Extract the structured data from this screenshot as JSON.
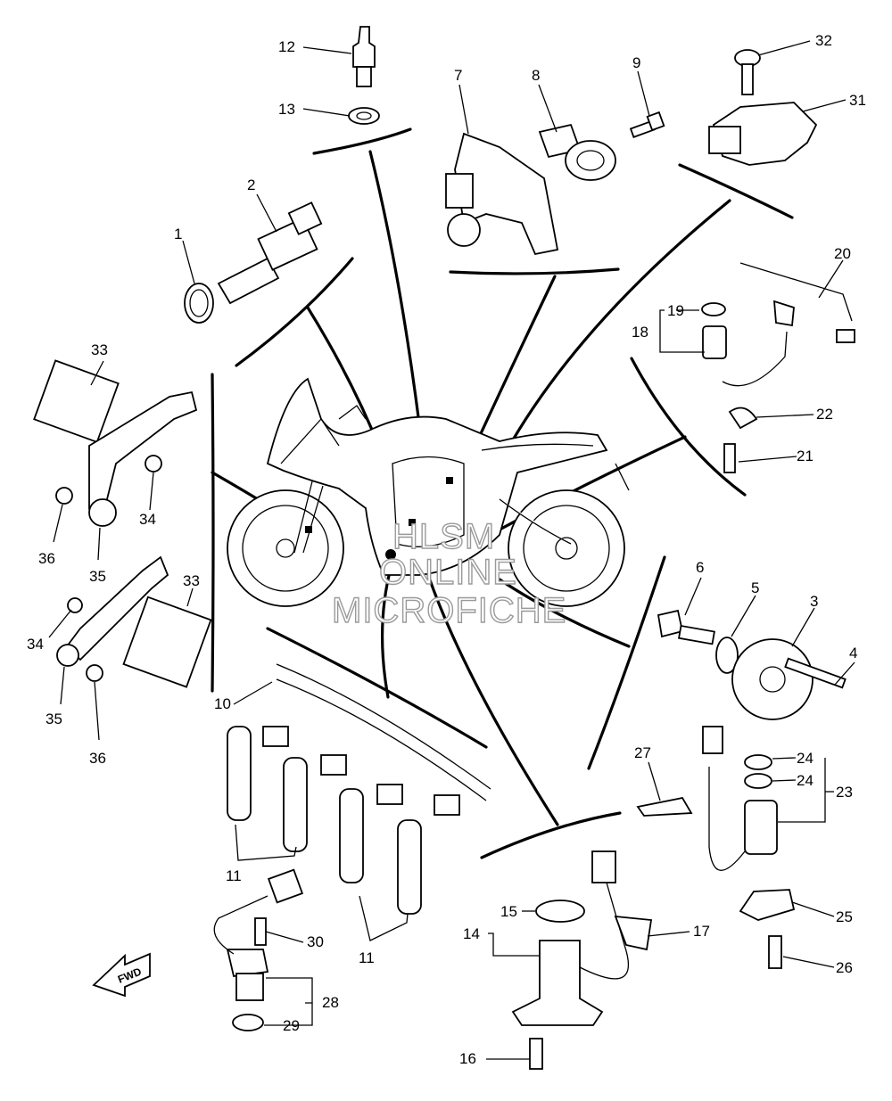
{
  "callouts": {
    "c1": "1",
    "c2": "2",
    "c3": "3",
    "c4": "4",
    "c5": "5",
    "c6": "6",
    "c7": "7",
    "c8": "8",
    "c9": "9",
    "c10": "10",
    "c11a": "11",
    "c11b": "11",
    "c12": "12",
    "c13": "13",
    "c14": "14",
    "c15": "15",
    "c16": "16",
    "c17": "17",
    "c18": "18",
    "c19": "19",
    "c20": "20",
    "c21": "21",
    "c22": "22",
    "c23": "23",
    "c24a": "24",
    "c24b": "24",
    "c25": "25",
    "c26": "26",
    "c27": "27",
    "c28": "28",
    "c29": "29",
    "c30": "30",
    "c31": "31",
    "c32": "32",
    "c33a": "33",
    "c33b": "33",
    "c34a": "34",
    "c34b": "34",
    "c35a": "35",
    "c35b": "35",
    "c36a": "36",
    "c36b": "36"
  },
  "watermark": {
    "line1": "HLSM",
    "line2": "ONLINE",
    "line3": "MICROFICHE"
  },
  "fwd_label": "FWD"
}
